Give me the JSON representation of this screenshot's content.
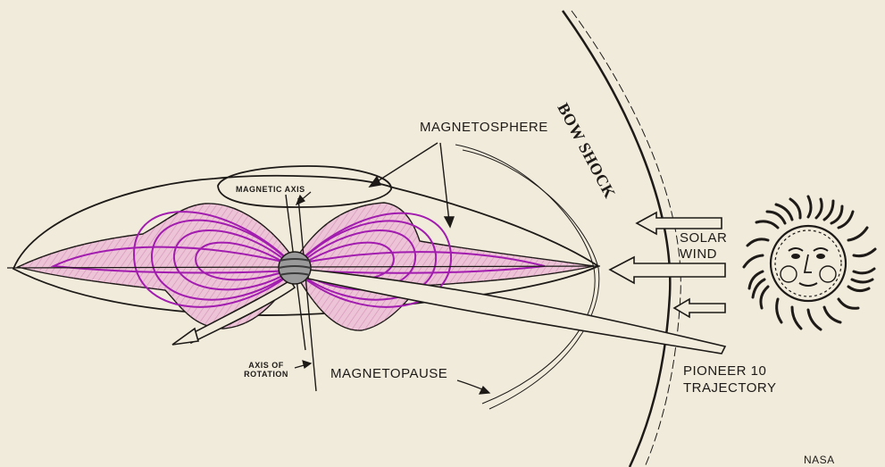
{
  "labels": {
    "magnetosphere": "MAGNETOSPHERE",
    "magnetic_axis": "MAGNETIC AXIS",
    "axis_of_rotation_line1": "AXIS OF",
    "axis_of_rotation_line2": "ROTATION",
    "magnetopause": "MAGNETOPAUSE",
    "solar_wind_line1": "SOLAR",
    "solar_wind_line2": "WIND",
    "bow_shock": "BOW SHOCK",
    "trajectory_line1": "PIONEER 10",
    "trajectory_line2": "TRAJECTORY",
    "credit": "NASA"
  },
  "colors": {
    "background": "#f1ebdc",
    "ink": "#1d1a17",
    "field_lines": "#a21caf",
    "radiation_belt_fill": "#ecc3d7"
  },
  "icons": {
    "planet": "jupiter-icon",
    "sun": "sun-face-icon",
    "wind_arrow": "arrow-left-icon"
  }
}
